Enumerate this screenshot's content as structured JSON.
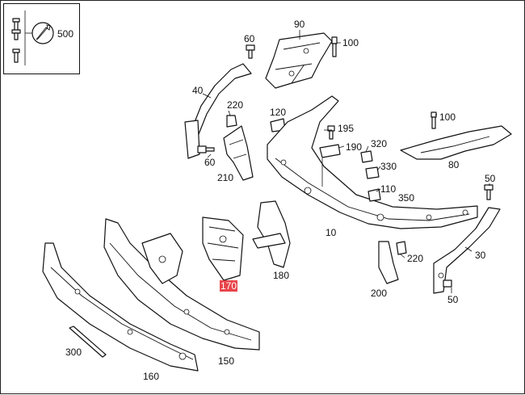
{
  "diagram": {
    "highlight_color": "#e8454a",
    "inset_label": "500",
    "labels": {
      "l90": "90",
      "l60a": "60",
      "l100a": "100",
      "l40": "40",
      "l220a": "220",
      "l120": "120",
      "l195": "195",
      "l100b": "100",
      "l190": "190",
      "l320": "320",
      "l60b": "60",
      "l210": "210",
      "l330": "330",
      "l80": "80",
      "l110": "110",
      "l350": "350",
      "l50a": "50",
      "l10": "10",
      "l170": "170",
      "l180": "180",
      "l220b": "220",
      "l30": "30",
      "l200": "200",
      "l50b": "50",
      "l300": "300",
      "l150": "150",
      "l160": "160"
    }
  }
}
